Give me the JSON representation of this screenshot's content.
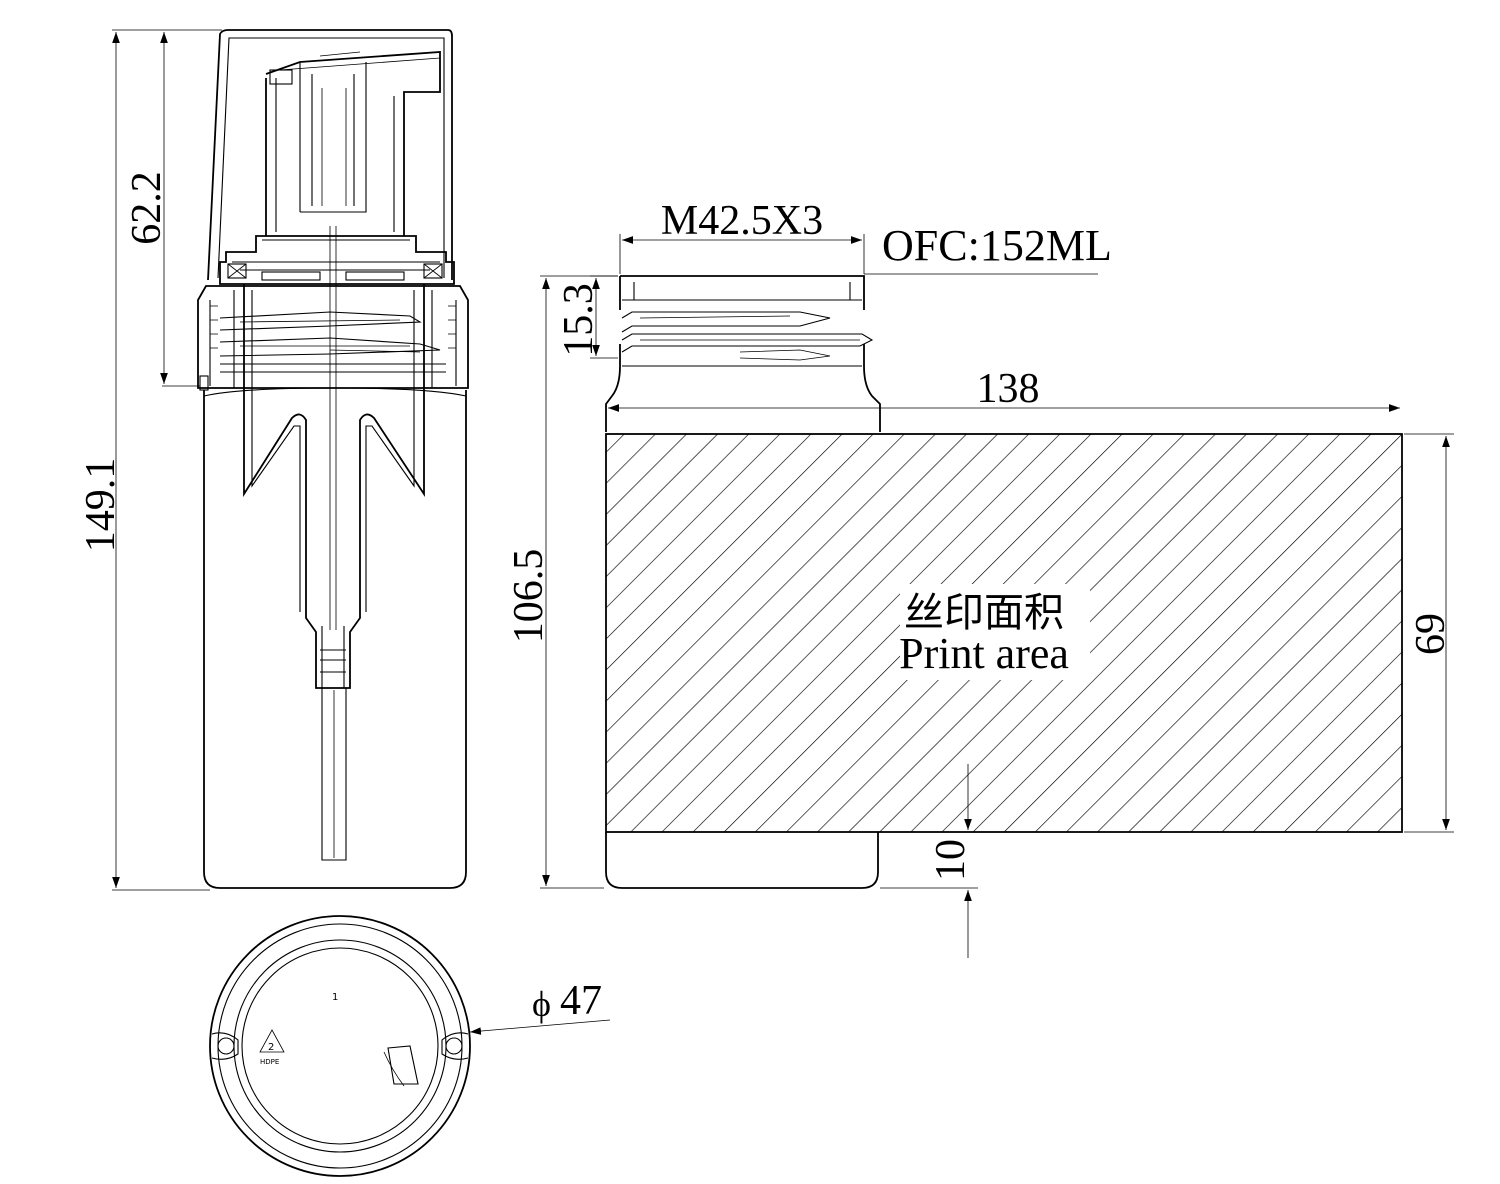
{
  "drawing": {
    "dimensions": {
      "overall_height": "149.1",
      "pump_height": "62.2",
      "thread_spec": "M42.5X3",
      "neck_height": "15.3",
      "capacity": "OFC:152ML",
      "print_width": "138",
      "bottle_height": "106.5",
      "print_height": "69",
      "bottom_margin": "10",
      "diameter": "47",
      "diameter_symbol": "ϕ"
    },
    "print_area": {
      "label_cn": "丝印面积",
      "label_en": "Print area"
    },
    "bottom_view": {
      "cavity_number": "1",
      "recycle_code": "2",
      "material": "HDPE"
    },
    "colors": {
      "line": "#000000",
      "background": "#ffffff"
    }
  }
}
